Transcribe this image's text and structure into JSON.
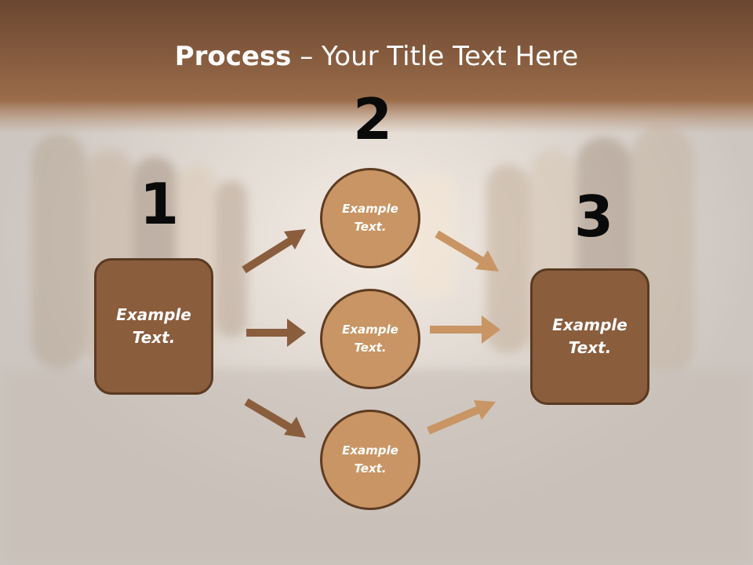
{
  "title": {
    "bold": "Process",
    "rest": " – Your Title Text Here"
  },
  "steps": [
    {
      "number": "1",
      "label_line1": "Example",
      "label_line2": "Text."
    },
    {
      "number": "2"
    },
    {
      "number": "3",
      "label_line1": "Example",
      "label_line2": "Text."
    }
  ],
  "circles": [
    {
      "line1": "Example",
      "line2": "Text."
    },
    {
      "line1": "Example",
      "line2": "Text."
    },
    {
      "line1": "Example",
      "line2": "Text."
    }
  ],
  "colors": {
    "header": "#7a5237",
    "box_fill": "#8a5d3d",
    "circle_fill": "#c99564",
    "arrow_left": "#8a5d3d",
    "arrow_right": "#c99564"
  }
}
